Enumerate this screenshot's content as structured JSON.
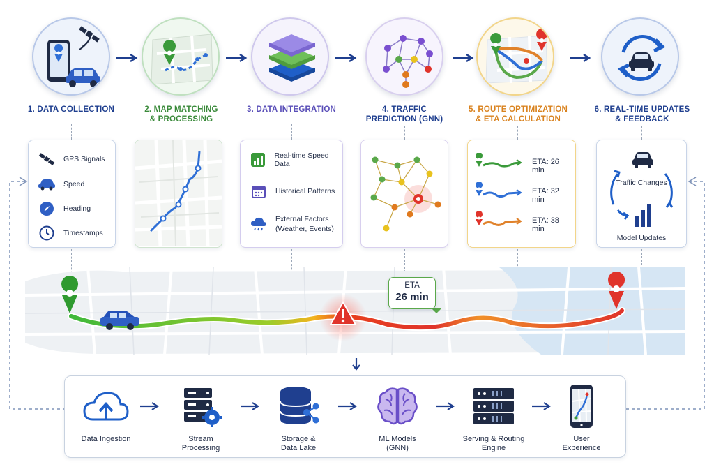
{
  "colors": {
    "navy": "#1f3f8f",
    "green": "#3a9a3a",
    "purple": "#5a4fb8",
    "orange": "#d9821e",
    "blue": "#2f6fd6",
    "red": "#e0342b",
    "teal": "#3a78c8"
  },
  "stages": [
    {
      "title_line1": "1. DATA COLLECTION",
      "title_line2": "",
      "icon": "phone-gps-car-icon"
    },
    {
      "title_line1": "2. MAP MATCHING",
      "title_line2": "& PROCESSING",
      "icon": "map-route-icon"
    },
    {
      "title_line1": "3. DATA INTEGRATION",
      "title_line2": "",
      "icon": "layers-icon"
    },
    {
      "title_line1": "4. TRAFFIC",
      "title_line2": "PREDICTION (GNN)",
      "icon": "graph-network-icon"
    },
    {
      "title_line1": "5. ROUTE OPTIMIZATION",
      "title_line2": "& ETA CALCULATION",
      "icon": "route-map-icon"
    },
    {
      "title_line1": "6. REAL-TIME UPDATES",
      "title_line2": "& FEEDBACK",
      "icon": "refresh-car-icon"
    }
  ],
  "collection_items": [
    {
      "label": "GPS Signals",
      "icon": "satellite-icon"
    },
    {
      "label": "Speed",
      "icon": "car-icon"
    },
    {
      "label": "Heading",
      "icon": "compass-icon"
    },
    {
      "label": "Timestamps",
      "icon": "clock-icon"
    }
  ],
  "integration_items": [
    {
      "label": "Real-time Speed Data",
      "icon": "chart-icon"
    },
    {
      "label": "Historical Patterns",
      "icon": "calendar-icon"
    },
    {
      "label_line1": "External Factors",
      "label_line2": "(Weather, Events)",
      "icon": "weather-icon"
    }
  ],
  "routes": [
    {
      "eta": "ETA: 26 min",
      "color": "#3a9a3a"
    },
    {
      "eta": "ETA: 32 min",
      "color": "#2f6fd6"
    },
    {
      "eta": "ETA: 38 min",
      "color": "#e0342b"
    }
  ],
  "feedback": {
    "top_label": "Traffic Changes",
    "bottom_label": "Model Updates"
  },
  "map": {
    "eta_label": "ETA",
    "eta_value": "26 min"
  },
  "pipeline": [
    {
      "line1": "Data Ingestion",
      "line2": "",
      "icon": "cloud-upload-icon"
    },
    {
      "line1": "Stream",
      "line2": "Processing",
      "icon": "server-gear-icon"
    },
    {
      "line1": "Storage &",
      "line2": "Data Lake",
      "icon": "database-icon"
    },
    {
      "line1": "ML Models",
      "line2": "(GNN)",
      "icon": "brain-icon"
    },
    {
      "line1": "Serving & Routing",
      "line2": "Engine",
      "icon": "server-rack-icon"
    },
    {
      "line1": "User",
      "line2": "Experience",
      "icon": "smartphone-map-icon"
    }
  ]
}
